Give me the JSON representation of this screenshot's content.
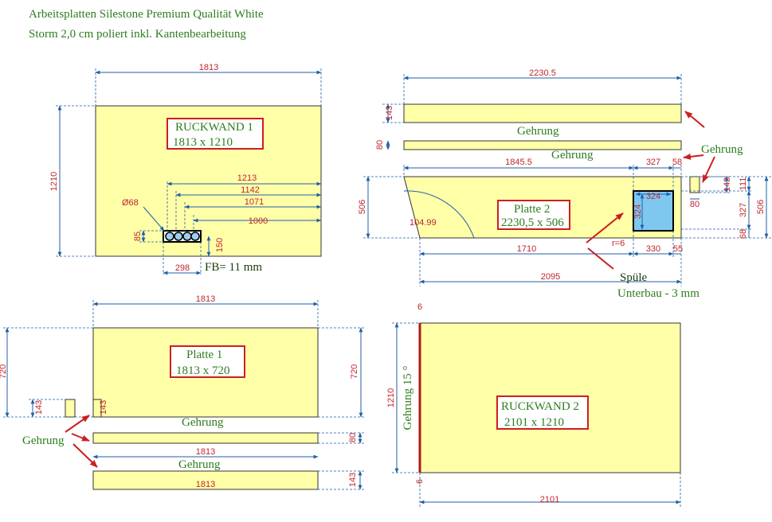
{
  "header": {
    "line1": "Arbeitsplatten Silestone Premium Qualität White",
    "line2": "Storm 2,0 cm poliert inkl. Kantenbearbeitung"
  },
  "colors": {
    "plate_fill": "#ffffa8",
    "dimension_text": "#c0262d",
    "dimension_line": "#1f5fa8",
    "label_text": "#2e7d1f",
    "label_box": "#cc1f1f",
    "sink_fill": "#7ec8f0"
  },
  "rueckwand1": {
    "name": "RUCKWAND 1",
    "size": "1813 x 1210",
    "width": "1813",
    "height": "1210",
    "d1213": "1213",
    "d1142": "1142",
    "d1071": "1071",
    "d1000": "1000",
    "hole": "Ø68",
    "d85": "85",
    "d150": "150",
    "d298": "298",
    "fb": "FB= 11 mm"
  },
  "platte2": {
    "name": "Platte 2",
    "size": "2230,5 x 506",
    "top_width": "2230.5",
    "strip1_h": "143",
    "strip2_h": "80",
    "gehrung": "Gehrung",
    "d1845": "1845.5",
    "d327": "327",
    "d58": "58",
    "d506": "506",
    "angle": "104.99",
    "d324a": "324",
    "d324b": "324",
    "d80": "80",
    "d143": "143",
    "d111": "111",
    "d327b": "327",
    "d506r": "506",
    "d68": "68",
    "r6": "r=6",
    "d1710": "1710",
    "d330": "330",
    "d55": "55",
    "d2095": "2095",
    "spuele": "Spüle",
    "unterbau": "Unterbau - 3 mm"
  },
  "platte1": {
    "name": "Platte 1",
    "size": "1813 x 720",
    "width": "1813",
    "height": "720",
    "gehrung": "Gehrung",
    "d143a": "143",
    "d143b": "143",
    "strip1_w": "1813",
    "strip1_h": "80",
    "strip2_w": "1813",
    "strip2_h": "143"
  },
  "rueckwand2": {
    "name": "RUCKWAND 2",
    "size": "2101 x 1210",
    "width": "2101",
    "height": "1210",
    "d6a": "6",
    "d6b": "6",
    "gehrung15": "Gehrung 15 °"
  }
}
